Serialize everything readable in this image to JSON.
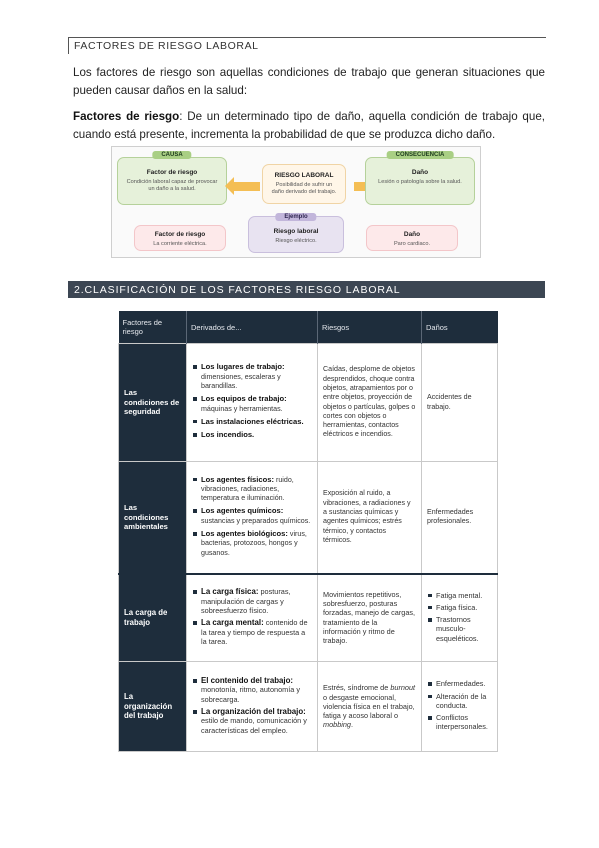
{
  "header": "FACTORES DE RIESGO LABORAL",
  "intro": "Los factores de riesgo son aquellas condiciones de trabajo que generan situaciones que pueden causar daños en la salud:",
  "definition": {
    "term": "Factores de riesgo",
    "text": ": De un determinado tipo de daño, aquella condición de trabajo que, cuando está presente, incrementa la probabilidad de que se produzca dicho daño."
  },
  "diagram": {
    "causa": {
      "tab": "CAUSA",
      "title": "Factor de riesgo",
      "desc": "Condición laboral capaz de provocar un daño a la salud."
    },
    "riesgo": {
      "title": "RIESGO LABORAL",
      "desc": "Posibilidad de sufrir un daño derivado del trabajo."
    },
    "consecuencia": {
      "tab": "CONSECUENCIA",
      "title": "Daño",
      "desc": "Lesión o patología sobre la salud."
    },
    "ejemplo": {
      "tab": "Ejemplo",
      "title": "Riesgo laboral",
      "desc": "Riesgo eléctrico."
    },
    "ej_factor": {
      "title": "Factor de riesgo",
      "desc": "La corriente eléctrica."
    },
    "ej_dano": {
      "title": "Daño",
      "desc": "Paro cardiaco."
    }
  },
  "section_title": "2.CLASIFICACIÓN DE LOS FACTORES RIESGO LABORAL",
  "table": {
    "headers": [
      "Factores de riesgo",
      "Derivados de...",
      "Riesgos",
      "Daños"
    ],
    "rows": [
      {
        "cat": "Las condiciones de seguridad",
        "items": [
          {
            "b": "Los lugares de trabajo:",
            "t": " dimensiones, escaleras y barandillas."
          },
          {
            "b": "Los equipos de trabajo:",
            "t": " máquinas y herramientas."
          },
          {
            "b": "Las instalaciones eléctricas.",
            "t": ""
          },
          {
            "b": "Los incendios.",
            "t": ""
          }
        ],
        "riesgos": "Caídas, desplome de objetos desprendidos, choque contra objetos, atrapamientos por o entre objetos, proyección de objetos o partículas, golpes o cortes con objetos o herramientas, contactos eléctricos e incendios.",
        "danos": "Accidentes de trabajo."
      },
      {
        "cat": "Las condiciones ambientales",
        "items": [
          {
            "b": "Los agentes físicos:",
            "t": " ruido, vibraciones, radiaciones, temperatura e iluminación."
          },
          {
            "b": "Los agentes químicos:",
            "t": " sustancias y preparados químicos."
          },
          {
            "b": "Los agentes biológicos:",
            "t": " virus, bacterias, protozoos, hongos y gusanos."
          }
        ],
        "riesgos": "Exposición al ruido, a vibraciones, a radiaciones y a sustancias químicas y agentes químicos; estrés térmico, y contactos térmicos.",
        "danos": "Enfermedades profesionales."
      },
      {
        "cat": "La carga de trabajo",
        "items": [
          {
            "b": "La carga física:",
            "t": " posturas, manipulación de cargas y sobreesfuerzo físico."
          },
          {
            "b": "La carga mental:",
            "t": " contenido de la tarea y tiempo de respuesta a la tarea."
          }
        ],
        "riesgos": "Movimientos repetitivos, sobresfuerzo, posturas forzadas, manejo de cargas, tratamiento de la información y ritmo de trabajo.",
        "danos_list": [
          "Fatiga mental.",
          "Fatiga física.",
          "Trastornos musculo-esqueléticos."
        ]
      },
      {
        "cat": "La organización del trabajo",
        "items": [
          {
            "b": "El contenido del trabajo:",
            "t": " monotonía, ritmo, autonomía y sobrecarga."
          },
          {
            "b": "La organización del trabajo:",
            "t": " estilo de mando, comunicación y características del empleo."
          }
        ],
        "riesgos_parts": [
          "Estrés, síndrome de ",
          "burnout",
          " o desgaste emocional, violencia física en el trabajo, fatiga y acoso laboral o ",
          "mobbing",
          "."
        ],
        "danos_list": [
          "Enfermedades.",
          "Alteración de la conducta.",
          "Conflictos interpersonales."
        ]
      }
    ]
  }
}
